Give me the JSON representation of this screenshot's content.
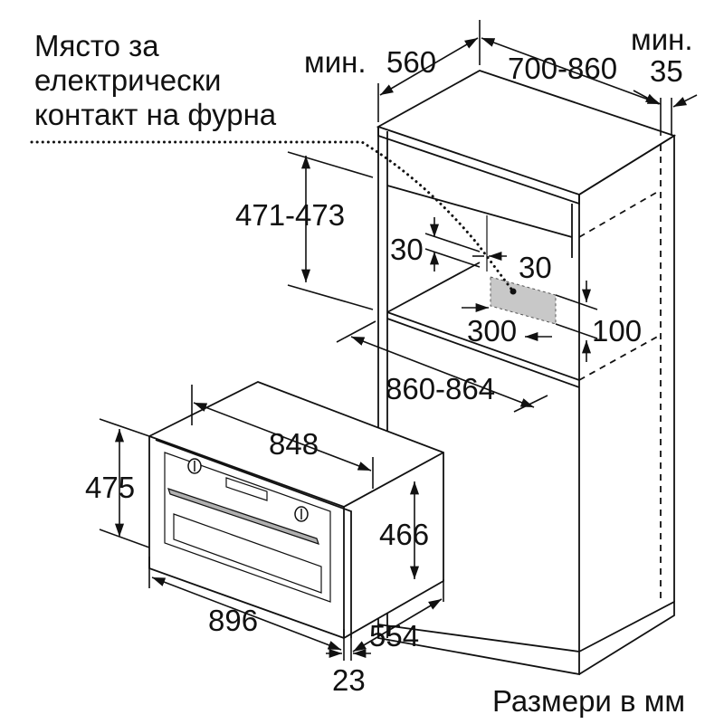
{
  "notes": {
    "socket_line1": "Място за",
    "socket_line2": "електрически",
    "socket_line3": "контакт на фурна",
    "units": "Размери в мм"
  },
  "labels": {
    "min_left": "мин.",
    "d560": "560",
    "d700_860": "700-860",
    "min_right": "мин.",
    "d35": "35",
    "d471_473": "471-473",
    "d30_left": "30",
    "d30_right": "30",
    "d300": "300",
    "d100": "100",
    "d860_864": "860-864",
    "d848": "848",
    "d475": "475",
    "d466": "466",
    "d896": "896",
    "d554": "554",
    "d23": "23"
  },
  "colors": {
    "line": "#111111",
    "socket_area": "#c8c8c8",
    "handle": "#b0b0b0",
    "background": "#ffffff"
  },
  "icons": {
    "socket": "rectangle-hatch",
    "knob": "round-knob"
  }
}
